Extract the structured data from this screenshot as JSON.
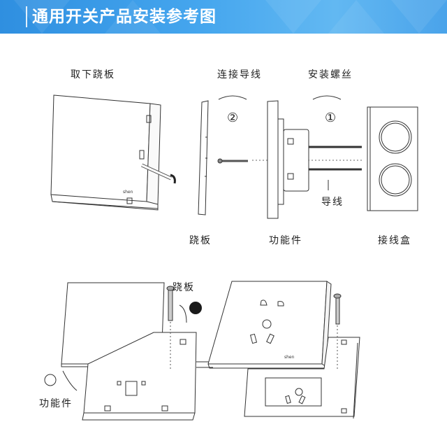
{
  "banner": {
    "title": "通用开关产品安装参考图",
    "color": "#3a9be8"
  },
  "top_diagram": {
    "step_remove_panel": "取下跷板",
    "step_connect_wires": "连接导线",
    "step_install_screws": "安装螺丝",
    "step_marker_2": "②",
    "step_marker_1": "①",
    "part_panel": "跷板",
    "part_function_module": "功能件",
    "part_junction_box": "接线盒",
    "part_wires": "导线"
  },
  "bottom_diagram": {
    "label_panel": "跷板",
    "label_function_module": "功能件"
  }
}
